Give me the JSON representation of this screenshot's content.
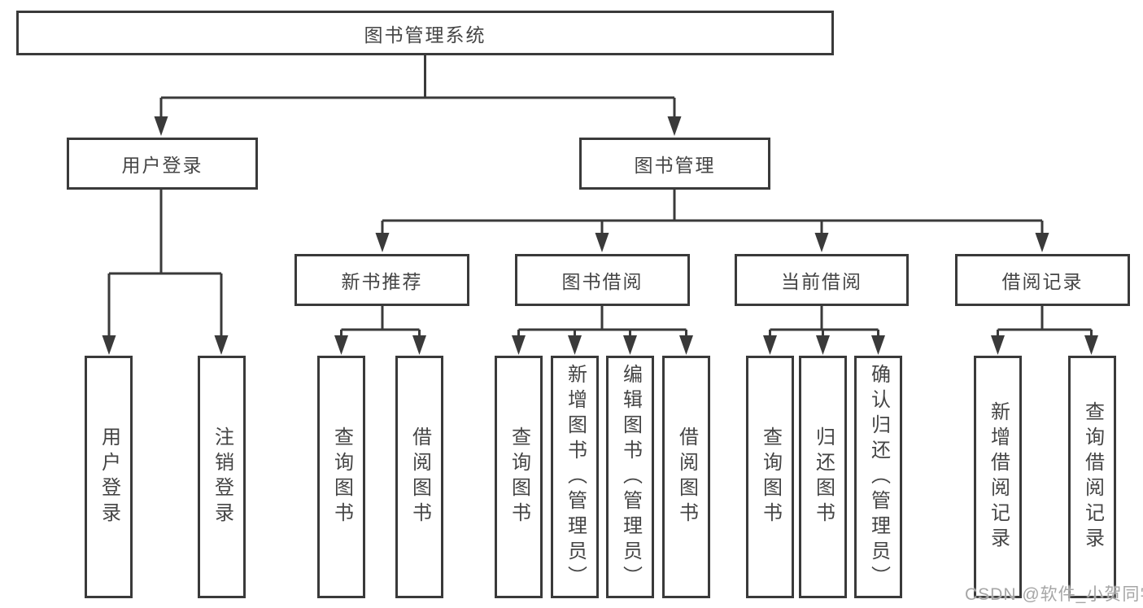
{
  "diagram": {
    "title": "图书管理系统",
    "branches": [
      {
        "label": "用户登录",
        "children": [
          "用户登录",
          "注销登录"
        ]
      },
      {
        "label": "图书管理",
        "children": [
          {
            "label": "新书推荐",
            "children": [
              "查询图书",
              "借阅图书"
            ]
          },
          {
            "label": "图书借阅",
            "children": [
              "查询图书",
              "新增图书（管理员）",
              "编辑图书（管理员）",
              "借阅图书"
            ]
          },
          {
            "label": "当前借阅",
            "children": [
              "查询图书",
              "归还图书",
              "确认归还（管理员）"
            ]
          },
          {
            "label": "借阅记录",
            "children": [
              "新增借阅记录",
              "查询借阅记录"
            ]
          }
        ]
      }
    ]
  },
  "watermark": {
    "text": "CSDN @软件_小贺同学"
  },
  "colors": {
    "line": "#3a3a3a",
    "box_border": "#3a3a3a",
    "text": "#454545",
    "watermark": "#a6a6a6",
    "background": "#ffffff"
  }
}
